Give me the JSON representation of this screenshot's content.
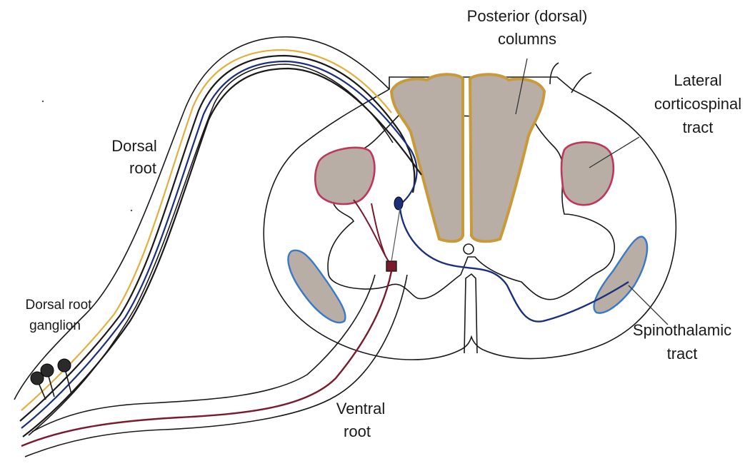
{
  "labels": {
    "posterior_1": "Posterior (dorsal)",
    "posterior_2": "columns",
    "lateral_1": "Lateral",
    "lateral_2": "corticospinal",
    "lateral_3": "tract",
    "dorsal_root_1": "Dorsal",
    "dorsal_root_2": "root",
    "ganglion_1": "Dorsal root",
    "ganglion_2": "ganglion",
    "spinothalamic_1": "Spinothalamic",
    "spinothalamic_2": "tract",
    "ventral_1": "Ventral",
    "ventral_2": "root"
  },
  "colors": {
    "tract_fill": "#b8aea6",
    "dorsal_column_border": "#c89a3a",
    "corticospinal_border": "#c0365a",
    "spinothalamic_border": "#3a78c8",
    "fiber_blue": "#1b2f7a",
    "fiber_red": "#7a1a2e",
    "fiber_yellow": "#e0b040",
    "outline": "#1a1a1a"
  }
}
